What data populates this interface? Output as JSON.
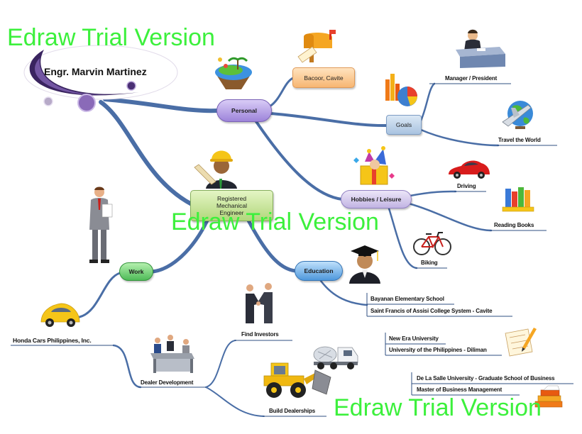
{
  "watermarks": [
    "Edraw Trial Version",
    "Edraw Trial Version",
    "Edraw Trial Version"
  ],
  "root": {
    "label": "Engr. Marvin Martinez"
  },
  "personal": {
    "label": "Personal",
    "address": "Bacoor, Cavite",
    "goals": {
      "label": "Goals",
      "items": [
        "Manager / President",
        "Travel the World"
      ]
    },
    "hobbies": {
      "label": "Hobbies / Leisure",
      "items": [
        "Driving",
        "Reading Books",
        "Biking"
      ]
    }
  },
  "profession": {
    "lines": [
      "Registered",
      "Mechanical",
      "Engineer"
    ]
  },
  "work": {
    "label": "Work",
    "company": "Honda Cars Philippines, Inc.",
    "role": "Dealer Development",
    "tasks": [
      "Find Investors",
      "Build Dealerships"
    ]
  },
  "education": {
    "label": "Education",
    "basic": [
      "Bayanan Elementary School",
      "Saint Francis of Assisi College System - Cavite"
    ],
    "college": [
      "New Era University",
      "University of the Philippines - Diliman"
    ],
    "graduate": [
      "De La Salle University - Graduate School of Business",
      "Master of Business Management"
    ]
  },
  "icons": {
    "personal": "globe-island-icon",
    "address": "mailbox-icon",
    "goals": "chart-icon",
    "manager": "manager-desk-icon",
    "travel": "travel-globe-icon",
    "hobbies": "jester-gift-icon",
    "driving": "red-car-icon",
    "reading": "books-icon",
    "biking": "bicycle-icon",
    "engineer": "engineer-icon",
    "work": "businessman-icon",
    "company": "yellow-car-icon",
    "dealer": "meeting-icon",
    "investors": "handshake-icon",
    "dealerships": "loader-icon",
    "education": "graduate-icon"
  },
  "colors": {
    "watermark": "#3cf03c",
    "branch": "#4a6ea6",
    "branch_dark": "#2f4f82",
    "root_accent": "#3a2460"
  }
}
